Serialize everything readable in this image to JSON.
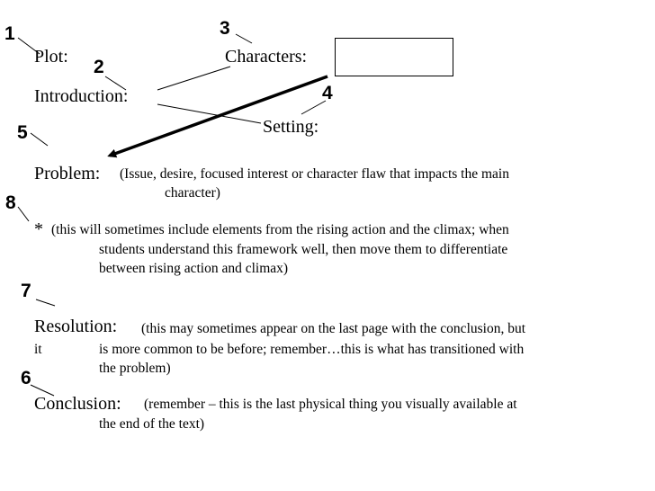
{
  "labels": {
    "plot": "Plot:",
    "characters": "Characters:",
    "introduction": "Introduction:",
    "setting": "Setting:",
    "problem": "Problem:",
    "problem_note_1": "(Issue, desire, focused interest or character flaw that impacts the main",
    "problem_note_2": "character)",
    "star": "*",
    "star_note_1": "(this will sometimes include elements from the rising action and the climax; when",
    "star_note_2": "students understand this framework well, then move them to differentiate",
    "star_note_3": "between rising action and climax)",
    "resolution": "Resolution:",
    "resolution_note_1": "(this may sometimes appear on the last page with the conclusion, but",
    "resolution_note_2a": "it",
    "resolution_note_2b": "is more common to be before; remember…this is what has transitioned with",
    "resolution_note_3": "the problem)",
    "conclusion": "Conclusion:",
    "conclusion_note_1": "(remember – this is the last physical thing you visually available at",
    "conclusion_note_2": "the end of the text)"
  },
  "markers": {
    "m1": "1",
    "m2": "2",
    "m3": "3",
    "m4": "4",
    "m5": "5",
    "m6": "6",
    "m7": "7",
    "m8": "8"
  },
  "colors": {
    "ink": "#000000",
    "background": "#ffffff"
  }
}
